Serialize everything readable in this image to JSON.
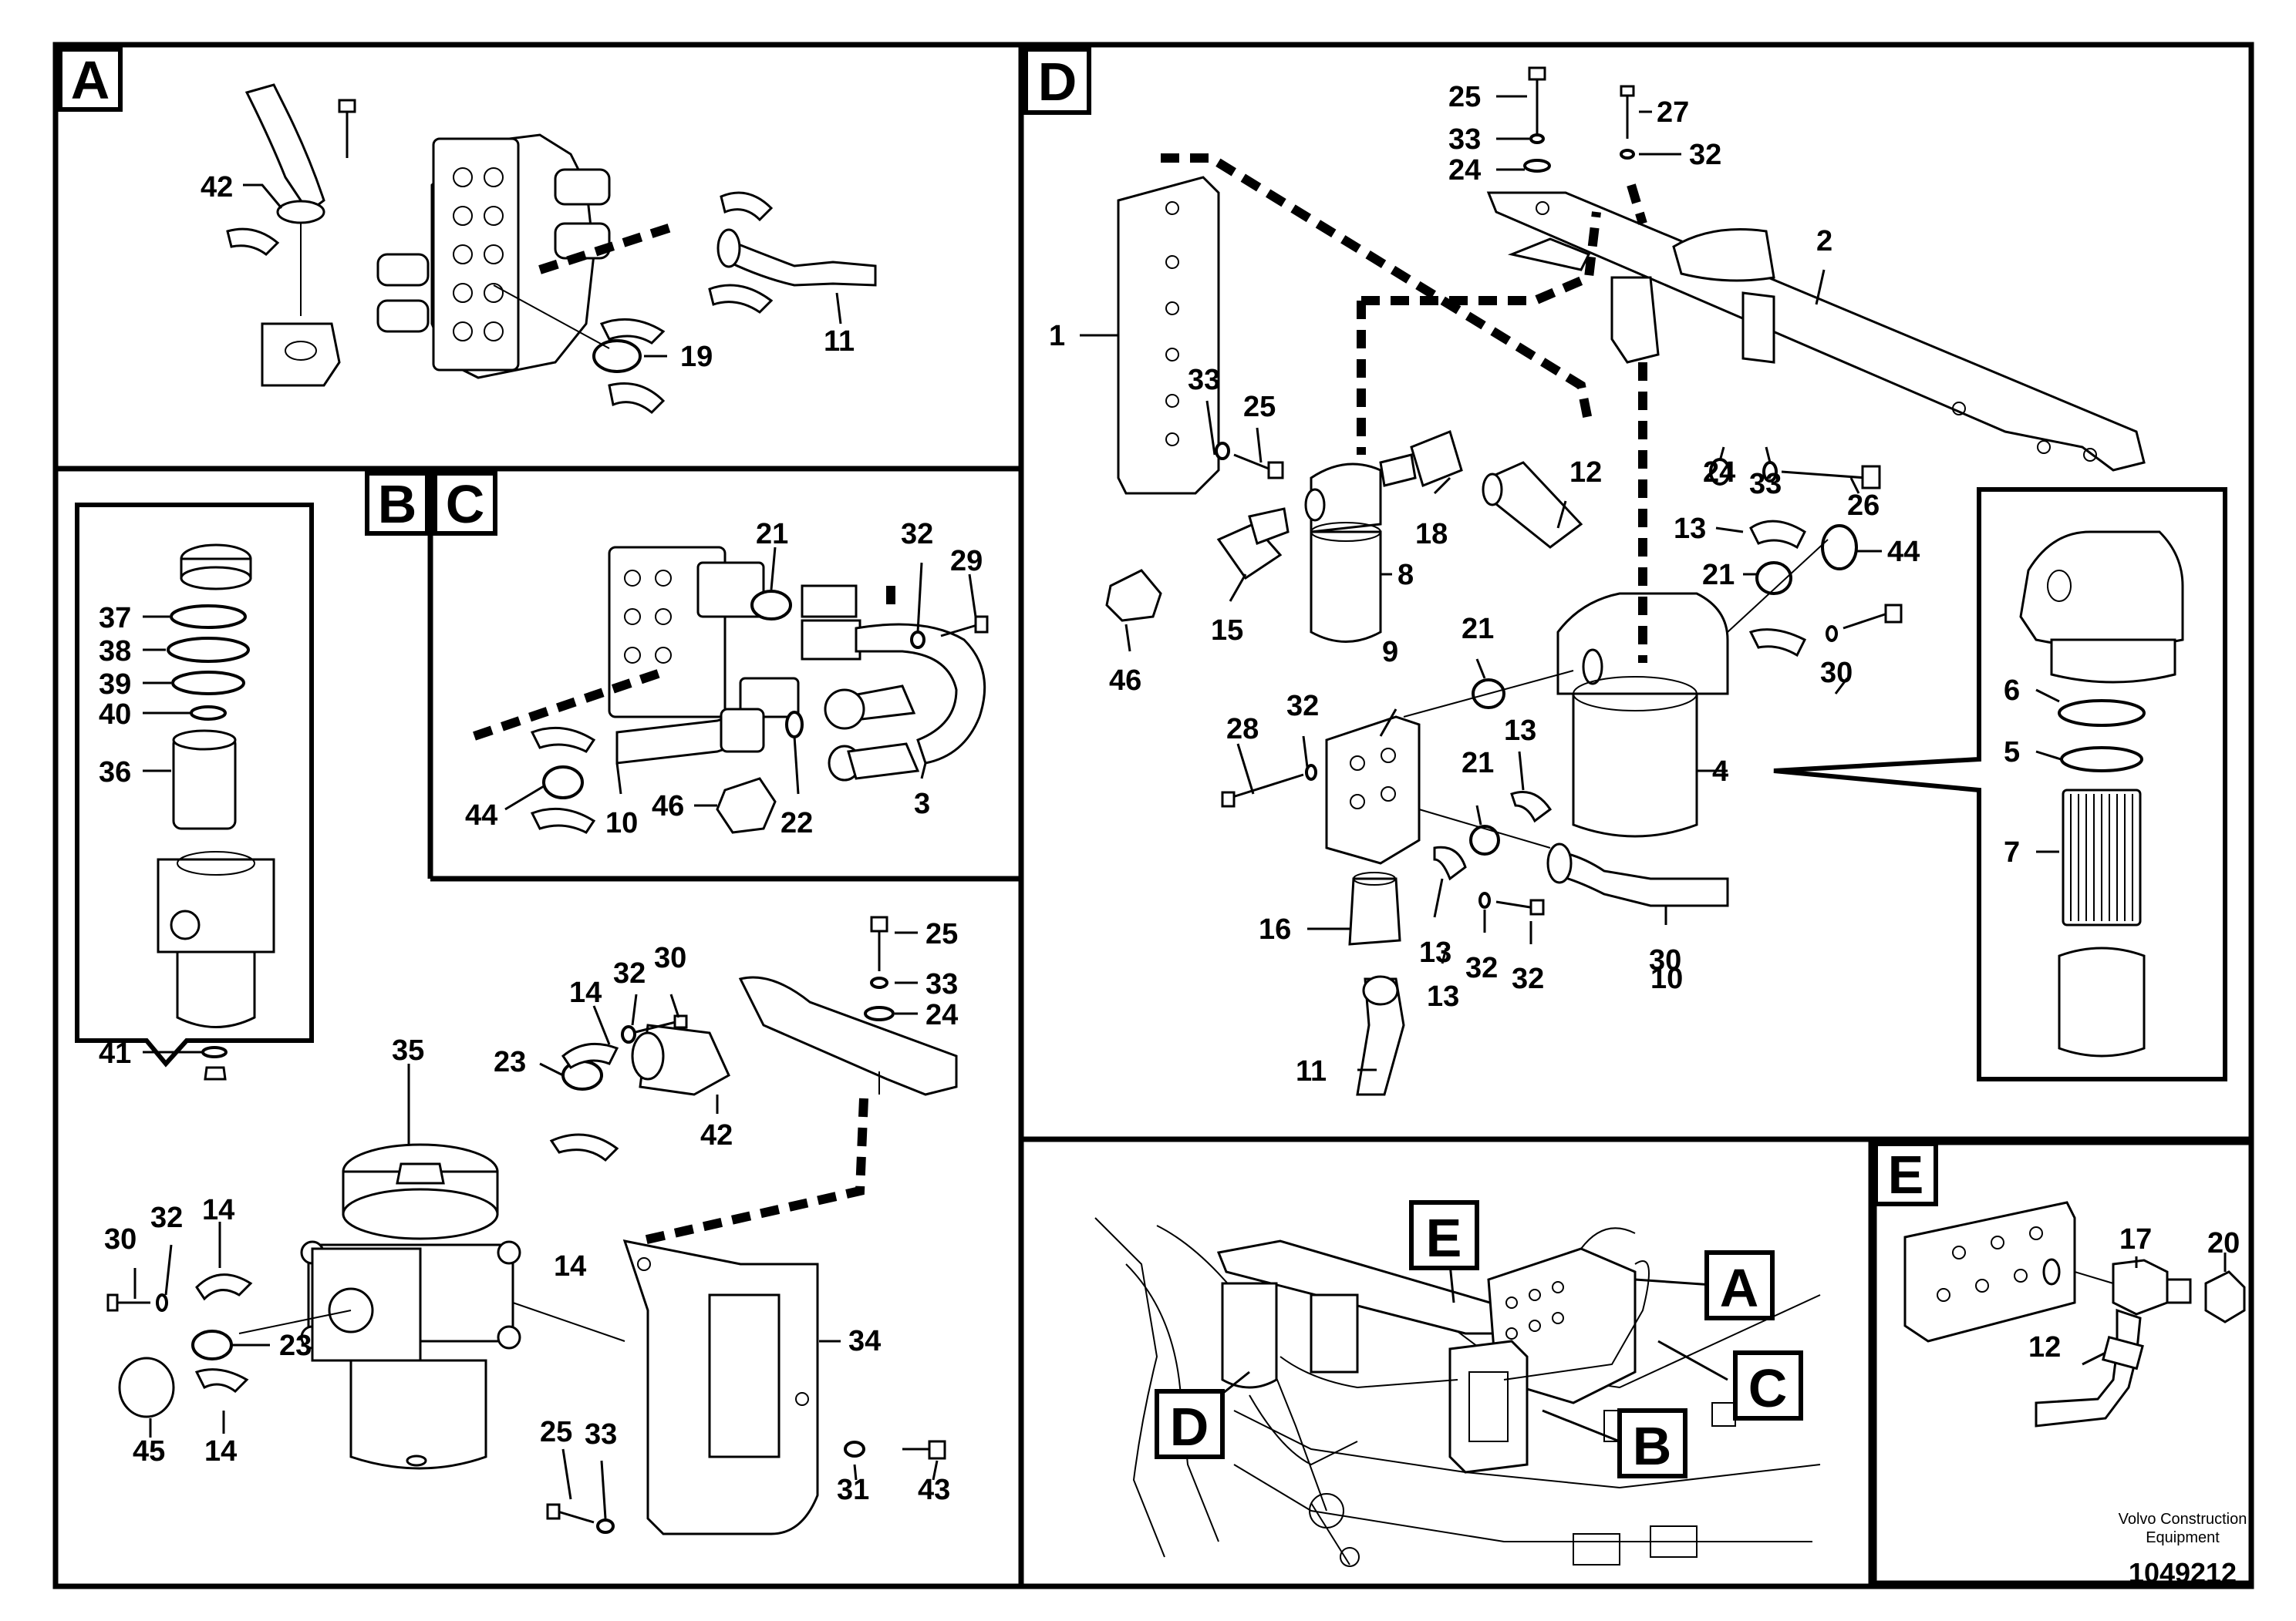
{
  "views": [
    {
      "tag": "A"
    },
    {
      "tag": "B"
    },
    {
      "tag": "C"
    },
    {
      "tag": "D"
    },
    {
      "tag": "E"
    }
  ],
  "overview_tags": [
    "E",
    "A",
    "C",
    "B",
    "D"
  ],
  "labels": {
    "a": [
      "42",
      "19",
      "11"
    ],
    "b": [
      "37",
      "38",
      "39",
      "40",
      "36",
      "41",
      "35",
      "14",
      "32",
      "30",
      "23",
      "42",
      "25",
      "33",
      "24",
      "30",
      "32",
      "14",
      "23",
      "14",
      "45",
      "14",
      "34",
      "25",
      "33",
      "31",
      "43"
    ],
    "c": [
      "21",
      "32",
      "29",
      "44",
      "10",
      "46",
      "22",
      "3"
    ],
    "d": [
      "25",
      "33",
      "24",
      "27",
      "32",
      "2",
      "1",
      "33",
      "25",
      "18",
      "12",
      "8",
      "15",
      "46",
      "24",
      "33",
      "26",
      "13",
      "21",
      "44",
      "9",
      "21",
      "28",
      "32",
      "21",
      "13",
      "13",
      "32",
      "30",
      "4",
      "16",
      "13",
      "32",
      "30",
      "10",
      "11",
      "6",
      "5",
      "7"
    ],
    "e": [
      "17",
      "20",
      "12"
    ]
  },
  "footer": {
    "brand_line1": "Volvo Construction",
    "brand_line2": "Equipment",
    "drawing_number": "1049212"
  }
}
